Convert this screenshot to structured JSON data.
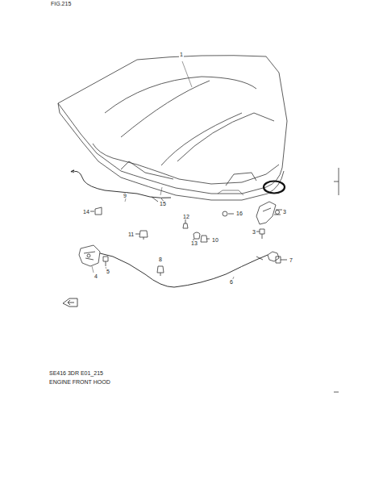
{
  "diagram": {
    "labels": [
      "FIG.215",
      "1",
      "3",
      "3",
      "16",
      "12",
      "13",
      "10",
      "9",
      "14",
      "15",
      "11",
      "4",
      "5",
      "8",
      "6",
      "7",
      "SE416 3DR E01_215",
      "ENGINE FRONT HOOD"
    ]
  }
}
